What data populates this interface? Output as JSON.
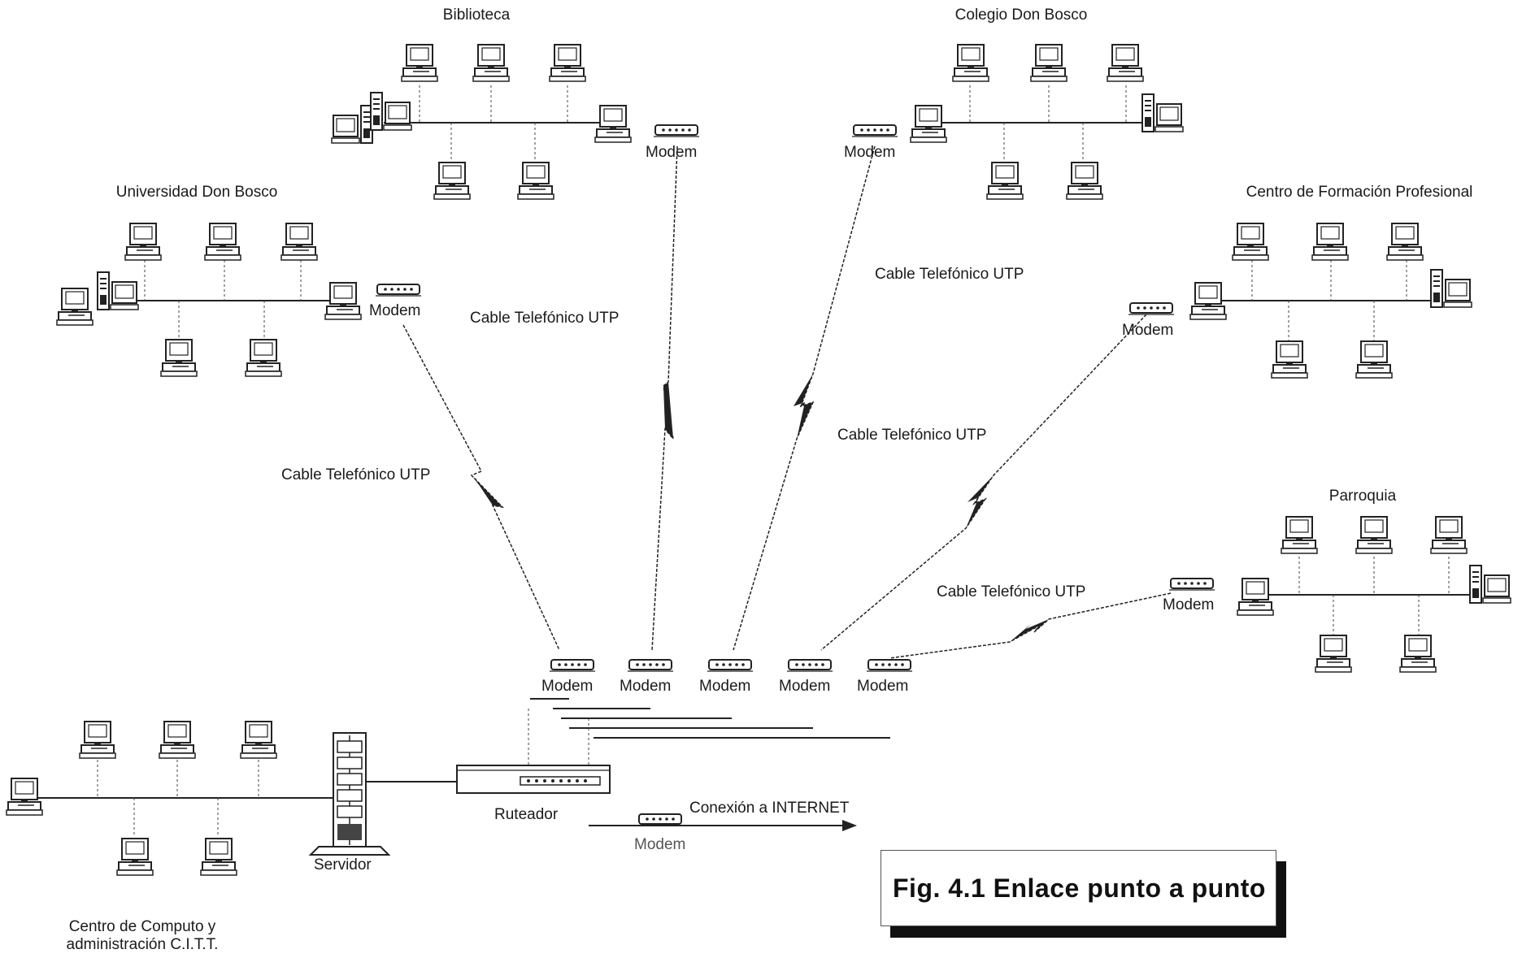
{
  "sites": {
    "biblioteca": {
      "title": "Biblioteca",
      "modem": "Modem"
    },
    "colegio": {
      "title": "Colegio Don Bosco",
      "modem": "Modem"
    },
    "universidad": {
      "title": "Universidad Don Bosco",
      "modem": "Modem"
    },
    "centro_formacion": {
      "title": "Centro de Formación Profesional",
      "modem": "Modem"
    },
    "parroquia": {
      "title": "Parroquia",
      "modem": "Modem"
    },
    "citt": {
      "title_line1": "Centro de Computo y",
      "title_line2": "administración C.I.T.T."
    }
  },
  "cables": {
    "universidad": "Cable Telefónico UTP",
    "biblioteca": "Cable Telefónico UTP",
    "colegio": "Cable Telefónico UTP",
    "centro_formacion": "Cable Telefónico UTP",
    "parroquia": "Cable Telefónico UTP"
  },
  "central": {
    "modem_bank": [
      "Modem",
      "Modem",
      "Modem",
      "Modem",
      "Modem"
    ],
    "router": "Ruteador",
    "server": "Servidor",
    "internet_modem": "Modem",
    "internet_link": "Conexión a INTERNET"
  },
  "caption": "Fig. 4.1 Enlace punto a punto"
}
